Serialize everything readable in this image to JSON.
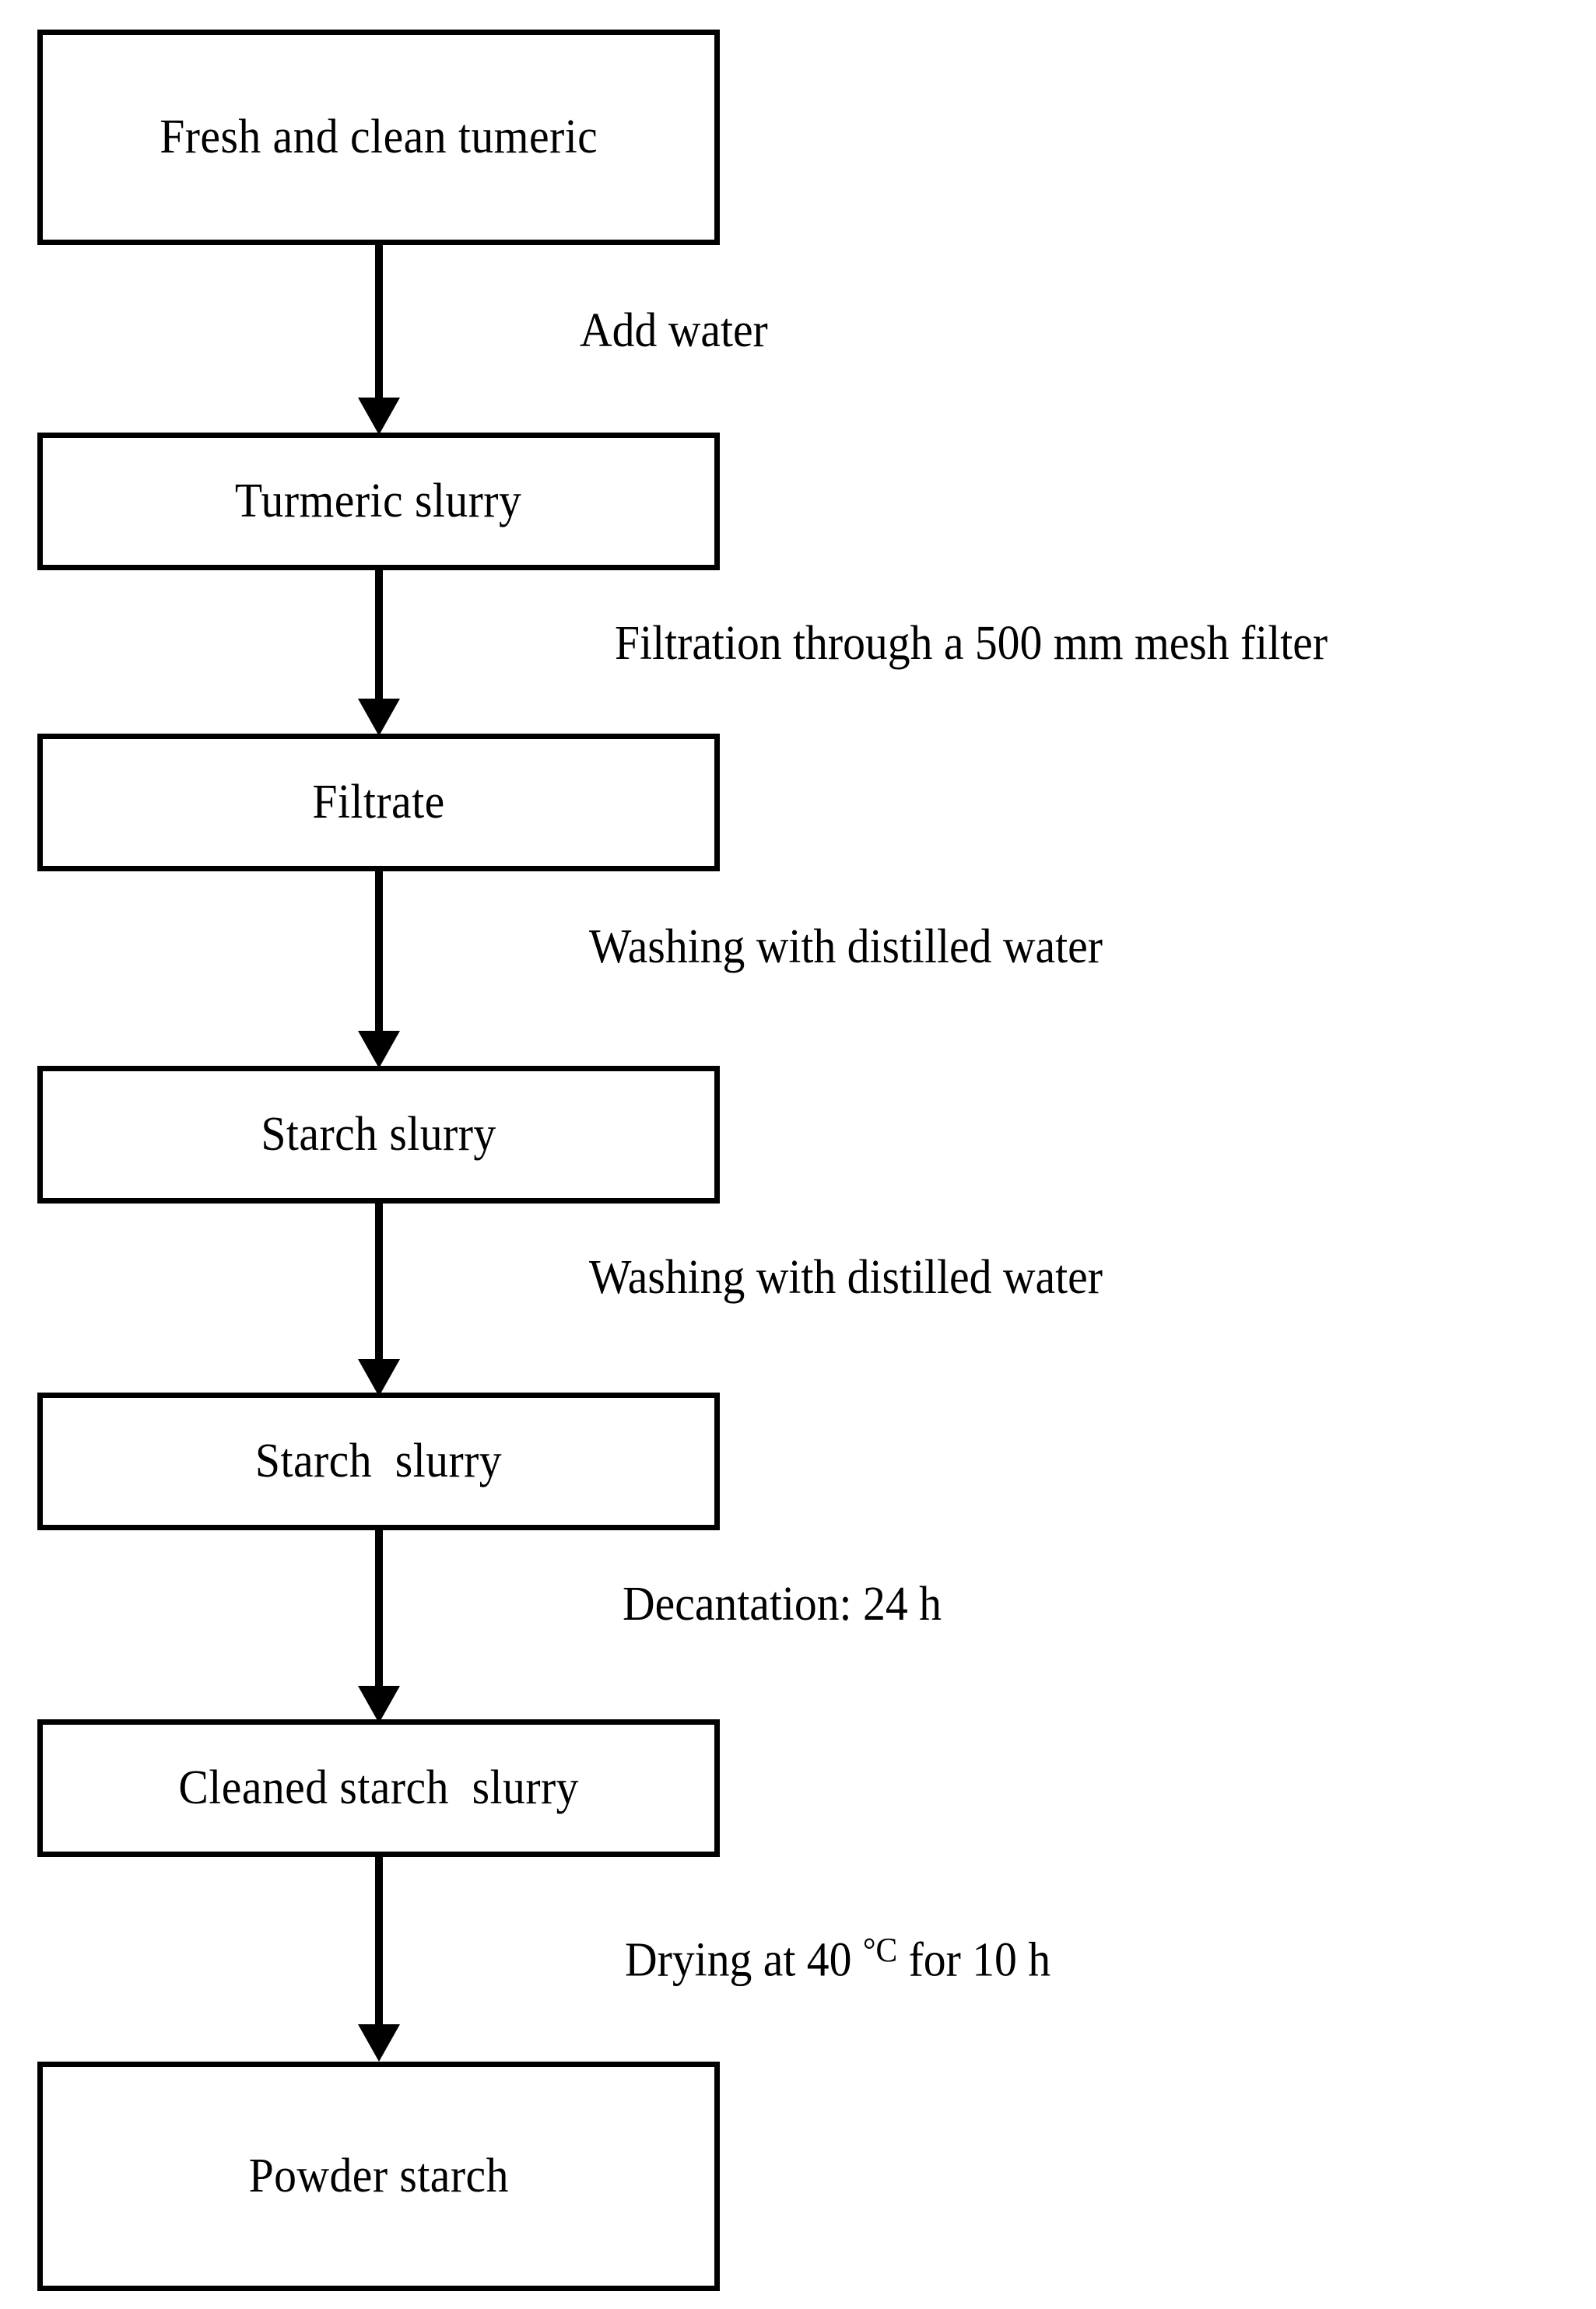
{
  "figure": {
    "kind": "process-flowchart",
    "orientation": "vertical",
    "background_color": "#ffffff",
    "line_color": "#000000",
    "text_color": "#000000"
  },
  "nodes": [
    {
      "id": "fresh-tumeric",
      "label": "Fresh and clean tumeric"
    },
    {
      "id": "turmeric-slurry",
      "label": "Turmeric slurry"
    },
    {
      "id": "filtrate",
      "label": "Filtrate"
    },
    {
      "id": "starch-slurry-1",
      "label": "Starch slurry"
    },
    {
      "id": "starch-slurry-2",
      "label": "Starch  slurry"
    },
    {
      "id": "cleaned-starch-slurry",
      "label": "Cleaned starch  slurry"
    },
    {
      "id": "powder-starch",
      "label": "Powder starch"
    }
  ],
  "edges": [
    {
      "id": "edge-add-water",
      "label": "Add water"
    },
    {
      "id": "edge-filtration",
      "label": "Filtration through a 500 mm mesh filter"
    },
    {
      "id": "edge-washing-1",
      "label": "Washing with distilled water"
    },
    {
      "id": "edge-washing-2",
      "label": "Washing with distilled water"
    },
    {
      "id": "edge-decantation",
      "label": "Decantation: 24 h"
    },
    {
      "id": "edge-drying",
      "label_before": "Drying at 40 ",
      "label_degree": "°C",
      "label_after": " for 10 h"
    }
  ]
}
